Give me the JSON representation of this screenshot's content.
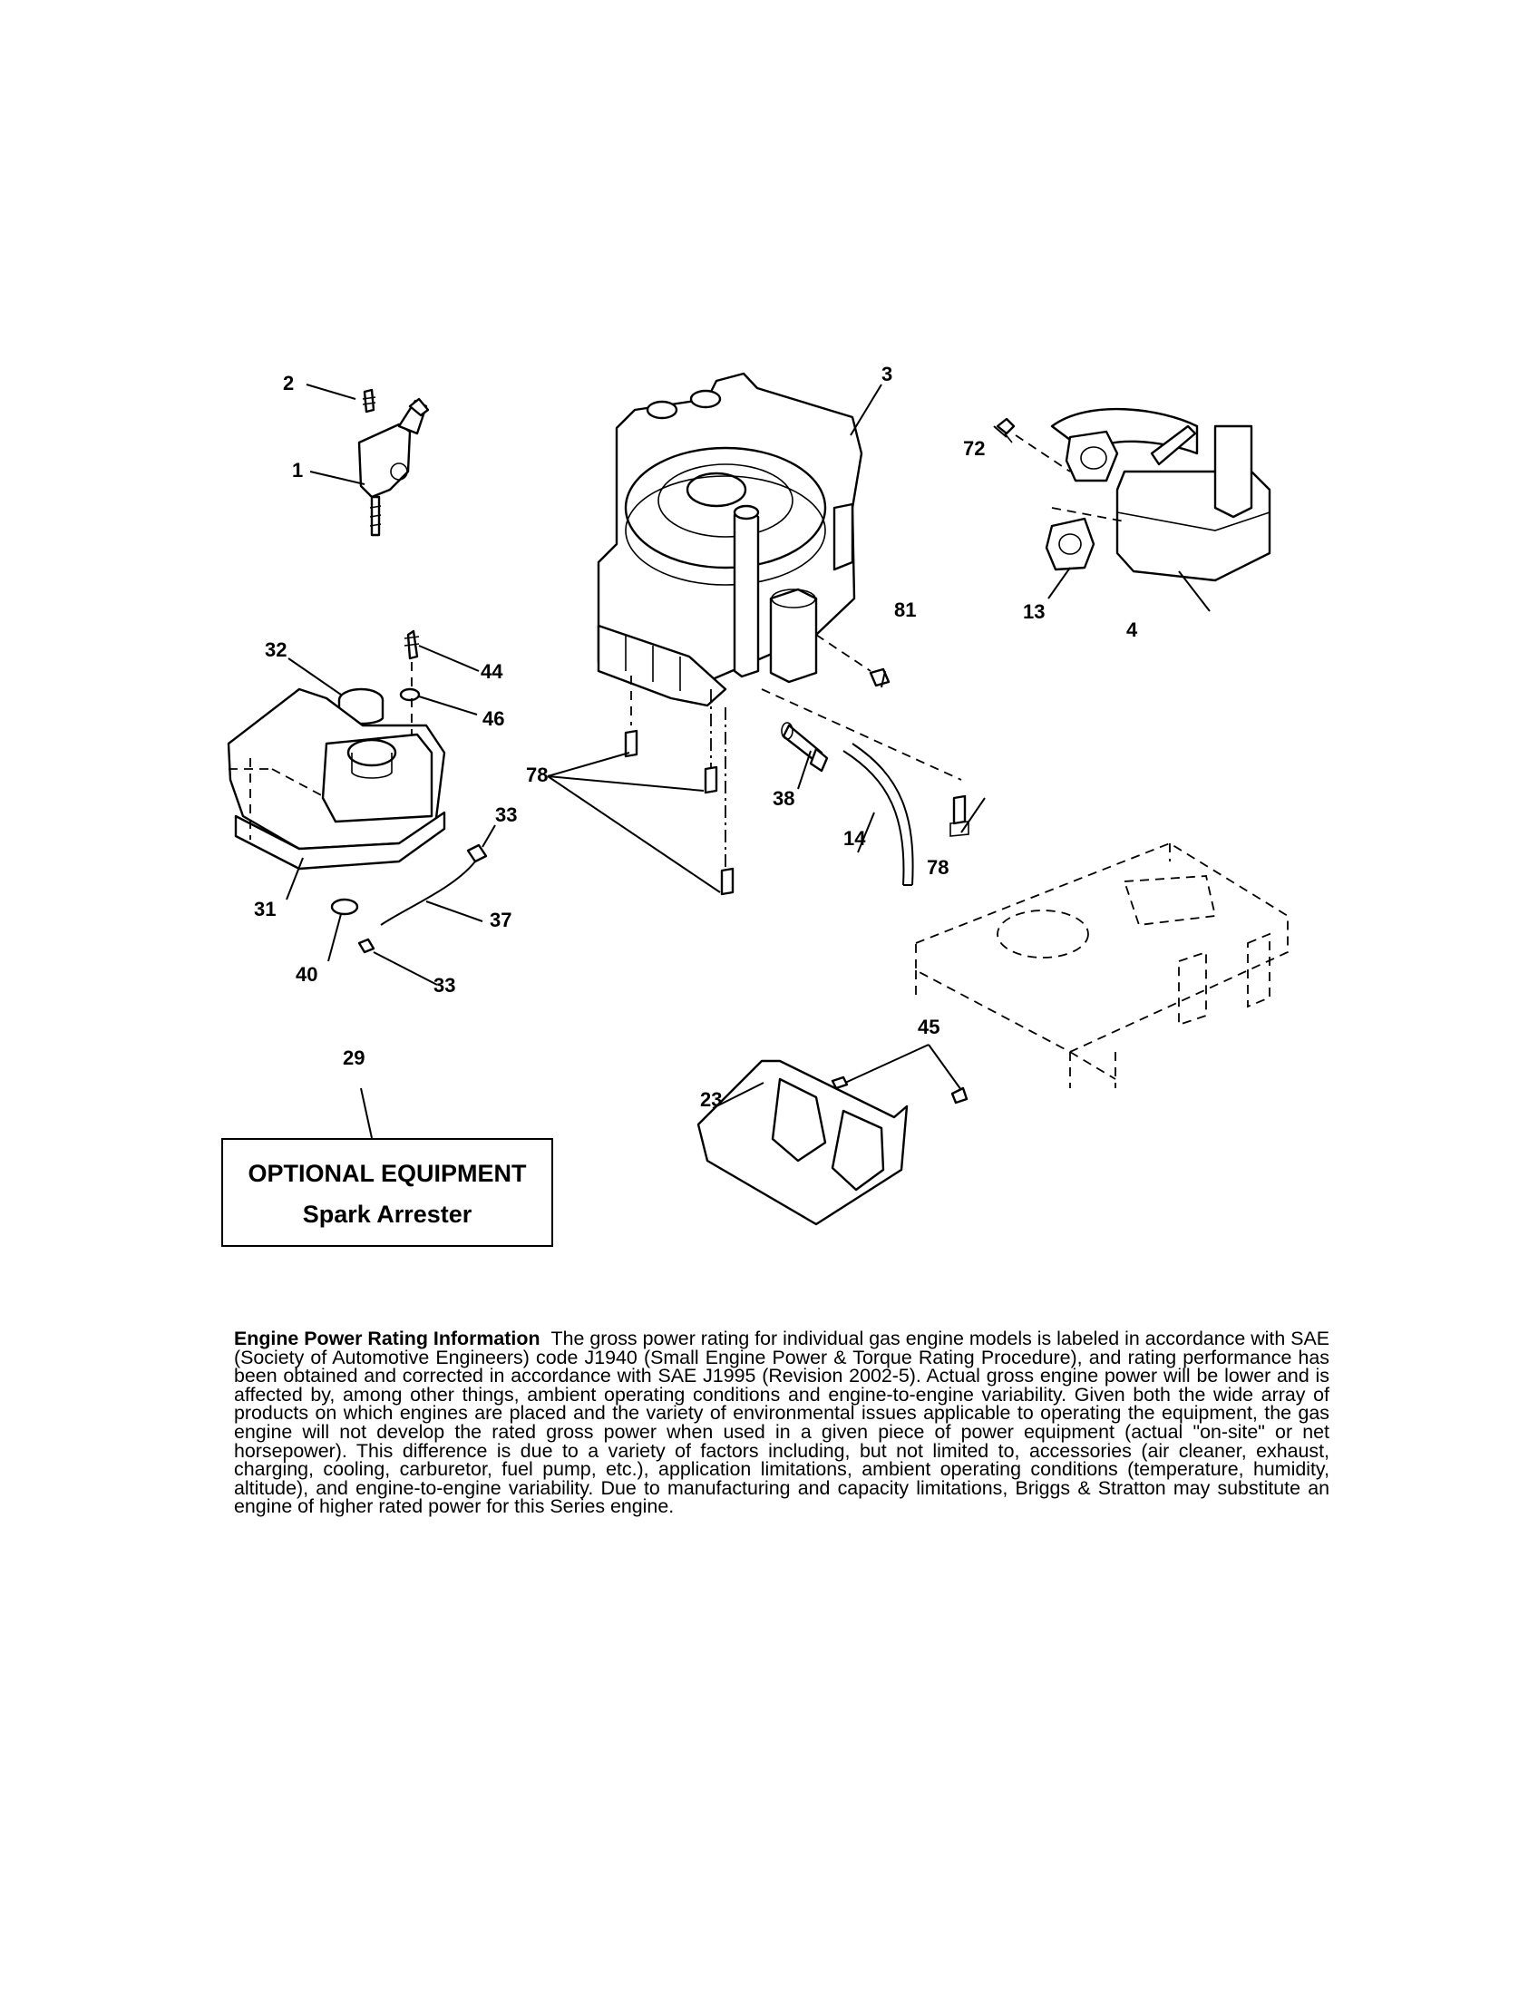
{
  "callouts": {
    "c1": "1",
    "c2": "2",
    "c3": "3",
    "c4": "4",
    "c13": "13",
    "c14": "14",
    "c23": "23",
    "c29": "29",
    "c31": "31",
    "c32": "32",
    "c33a": "33",
    "c33b": "33",
    "c37": "37",
    "c38": "38",
    "c40": "40",
    "c44": "44",
    "c45": "45",
    "c46": "46",
    "c72": "72",
    "c78a": "78",
    "c78b": "78",
    "c81": "81"
  },
  "optional_equipment": {
    "title": "OPTIONAL EQUIPMENT",
    "item": "Spark Arrester"
  },
  "rating_info": {
    "heading": "Engine Power Rating Information",
    "body": "The gross power rating for individual gas engine models is labeled in accordance with SAE (Society of Automotive Engineers) code J1940 (Small Engine Power & Torque Rating Procedure), and rating performance has been obtained and corrected in accordance with SAE J1995 (Revision 2002-5). Actual gross engine power will be lower and is affected by, among other things, ambient operating conditions and engine-to-engine variability. Given both the wide array of products on which engines are placed and the variety of environmental issues applicable to operating the equipment, the gas engine will not develop the rated gross power when used in a given piece of power equipment (actual \"on-site\" or net horsepower). This difference is due to a variety of factors including, but not limited to, accessories (air cleaner, exhaust, charging, cooling, carburetor, fuel pump, etc.), application limitations, ambient operating conditions (temperature, humidity, altitude), and engine-to-engine variability. Due to manufacturing and capacity limitations, Briggs & Stratton may substitute an engine of higher rated power for this Series engine."
  }
}
